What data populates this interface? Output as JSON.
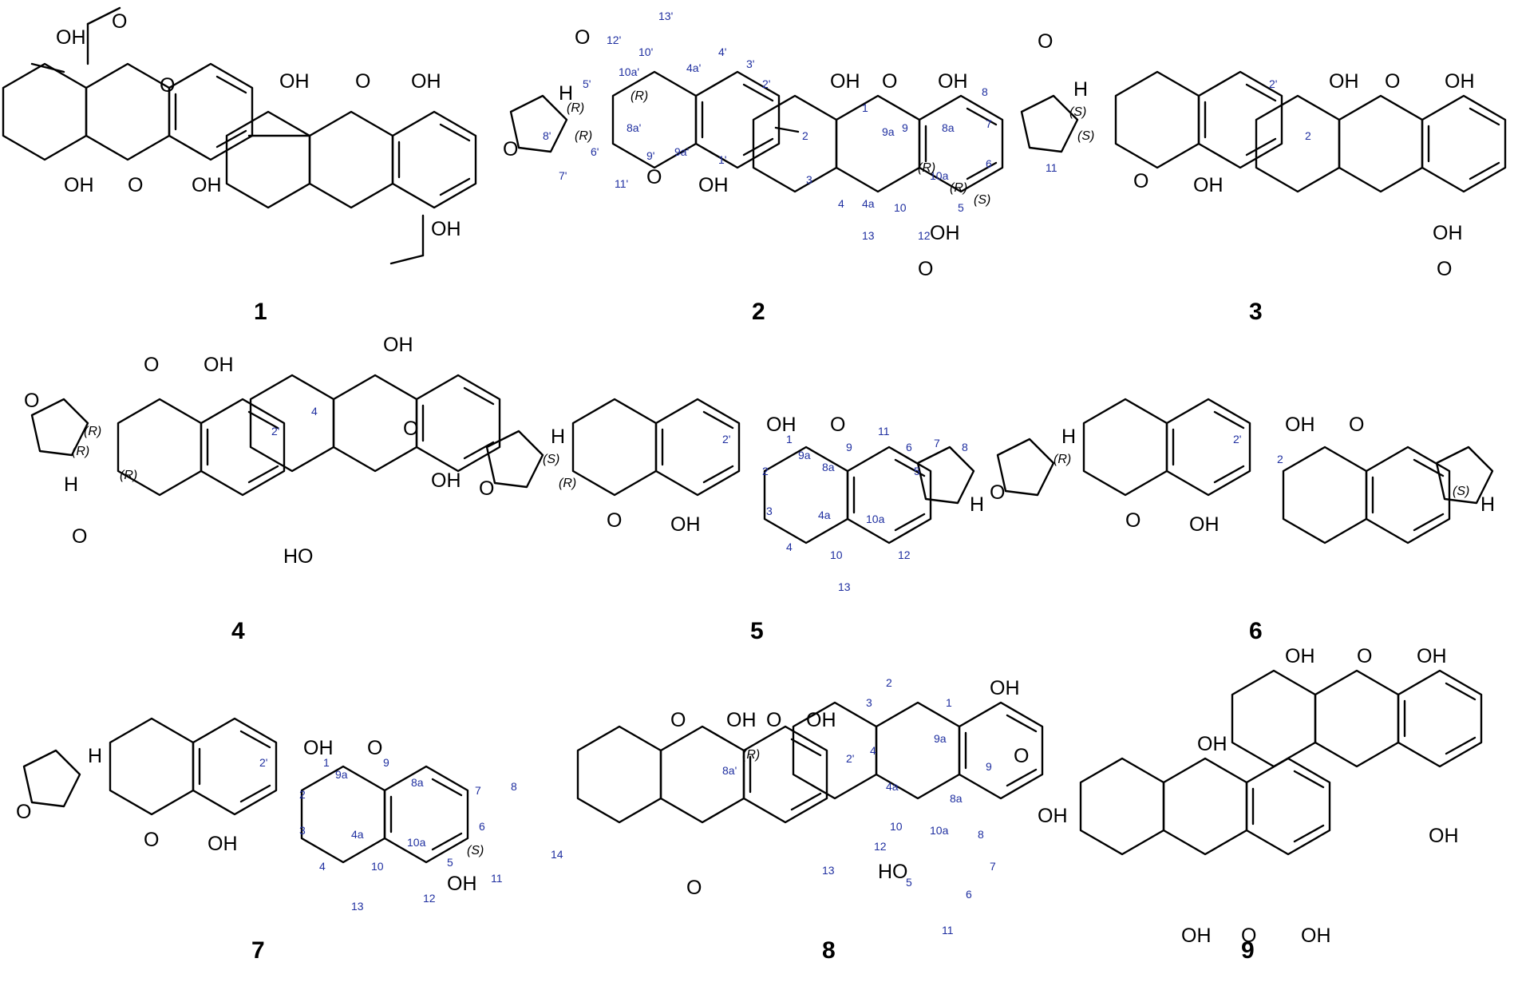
{
  "compounds": [
    {
      "id": "1",
      "labels": [
        "OH",
        "OH",
        "OH",
        "OH",
        "OH",
        "OH",
        "O",
        "O",
        "O",
        "O"
      ]
    },
    {
      "id": "2",
      "labels": [
        "OH",
        "OH",
        "OH",
        "OH",
        "O",
        "O",
        "O",
        "H",
        "O",
        "O"
      ],
      "numbering": [
        "1",
        "1'",
        "2",
        "2'",
        "3",
        "3'",
        "4",
        "4'",
        "4a",
        "4a'",
        "5",
        "5'",
        "6",
        "6'",
        "7",
        "7'",
        "8",
        "8'",
        "8a",
        "8a'",
        "9",
        "9'",
        "9a",
        "9a'",
        "10",
        "10'",
        "10a",
        "10a'",
        "11",
        "11'",
        "12",
        "12'",
        "13",
        "13'"
      ],
      "stereo": [
        "(R)",
        "(R)",
        "(R)",
        "(R)",
        "(R)",
        "(S)"
      ]
    },
    {
      "id": "3",
      "labels": [
        "OH",
        "OH",
        "OH",
        "OH",
        "O",
        "O",
        "O",
        "O",
        "H"
      ],
      "numbering": [
        "2",
        "2'"
      ],
      "stereo": [
        "(S)",
        "(S)"
      ]
    },
    {
      "id": "4",
      "labels": [
        "OH",
        "OH",
        "OH",
        "HO",
        "O",
        "O",
        "O",
        "O",
        "H"
      ],
      "numbering": [
        "4",
        "2'"
      ],
      "stereo": [
        "(R)",
        "(R)",
        "(R)"
      ]
    },
    {
      "id": "5",
      "labels": [
        "OH",
        "OH",
        "O",
        "O",
        "O",
        "H",
        "H"
      ],
      "numbering": [
        "1",
        "2",
        "2'",
        "3",
        "4",
        "4a",
        "5",
        "6",
        "7",
        "8",
        "8a",
        "9",
        "9a",
        "10",
        "10a",
        "11",
        "12",
        "13"
      ],
      "stereo": [
        "(S)",
        "(R)"
      ]
    },
    {
      "id": "6",
      "labels": [
        "OH",
        "OH",
        "O",
        "O",
        "O",
        "H",
        "H"
      ],
      "numbering": [
        "2",
        "2'"
      ],
      "stereo": [
        "(R)",
        "(S)"
      ]
    },
    {
      "id": "7",
      "labels": [
        "OH",
        "OH",
        "OH",
        "O",
        "O",
        "O",
        "H"
      ],
      "numbering": [
        "1",
        "2",
        "2'",
        "3",
        "4",
        "4a",
        "5",
        "6",
        "7",
        "8",
        "8a",
        "9",
        "9a",
        "10",
        "10a",
        "11",
        "12",
        "13",
        "14"
      ],
      "stereo": [
        "(S)"
      ]
    },
    {
      "id": "8",
      "labels": [
        "OH",
        "OH",
        "OH",
        "OH",
        "HO",
        "O",
        "O",
        "O",
        "O"
      ],
      "numbering": [
        "1",
        "2",
        "2'",
        "3",
        "4",
        "4a",
        "5",
        "6",
        "7",
        "8",
        "8a",
        "8a'",
        "9",
        "9a",
        "10",
        "10a",
        "11",
        "12",
        "13"
      ],
      "stereo": [
        "(R)"
      ]
    },
    {
      "id": "9",
      "labels": [
        "OH",
        "OH",
        "OH",
        "OH",
        "OH",
        "OH",
        "O",
        "O"
      ]
    }
  ]
}
